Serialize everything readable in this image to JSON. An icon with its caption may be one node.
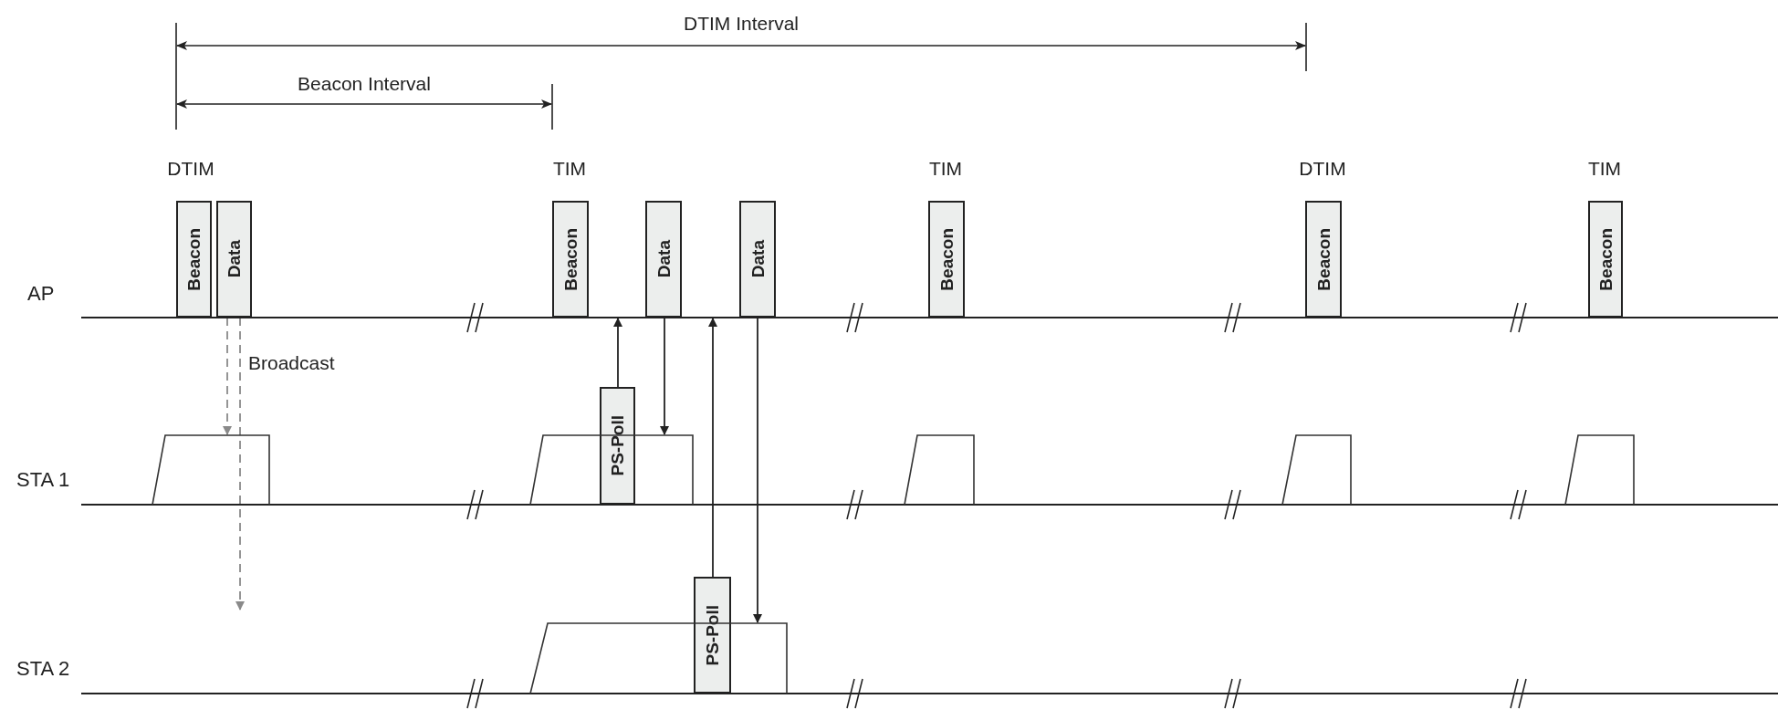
{
  "diagram": {
    "nodes": [
      {
        "text": [
          "AP"
        ]
      },
      {
        "text": [
          "STA 1"
        ]
      },
      {
        "text": [
          "STA 2"
        ]
      },
      {
        "text": [
          "Beacon"
        ]
      },
      {
        "text": [
          "Data"
        ]
      },
      {
        "text": [
          "Beacon"
        ]
      },
      {
        "text": [
          "Data"
        ]
      },
      {
        "text": [
          "Data"
        ]
      },
      {
        "text": [
          "Beacon"
        ]
      },
      {
        "text": [
          "Beacon"
        ]
      },
      {
        "text": [
          "Beacon"
        ]
      },
      {
        "text": [
          "PS-Poll"
        ]
      },
      {
        "text": [
          "PS-Poll"
        ]
      },
      {
        "text": [],
        "shape": "box"
      },
      {
        "text": [],
        "shape": "box"
      },
      {
        "text": [],
        "shape": "box"
      },
      {
        "text": [],
        "shape": "box"
      },
      {
        "text": [],
        "shape": "box"
      },
      {
        "text": [],
        "shape": "box"
      }
    ],
    "edges": [
      {
        "from": 4,
        "to": 13,
        "arrow": "to",
        "style": "dashed",
        "color": "#8a8a8a",
        "label": "Broadcast"
      },
      {
        "from": 4,
        "to": null,
        "arrow": "to",
        "style": "dashed",
        "color": "#8a8a8a"
      },
      {
        "from": 11,
        "to": 0,
        "arrow": "to"
      },
      {
        "from": 6,
        "to": 14,
        "arrow": "to"
      },
      {
        "from": 12,
        "to": 0,
        "arrow": "to"
      },
      {
        "from": 7,
        "to": 18,
        "arrow": "to"
      }
    ],
    "labels": [
      "DTIM Interval",
      "Beacon Interval",
      "DTIM",
      "TIM",
      "TIM",
      "DTIM",
      "TIM"
    ]
  }
}
